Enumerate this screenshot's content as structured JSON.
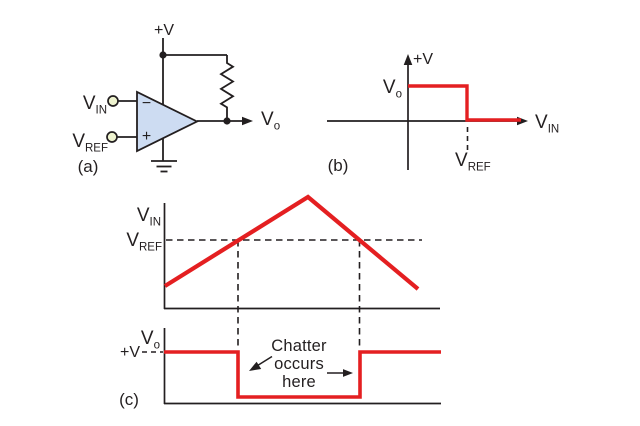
{
  "colors": {
    "trace_red": "#e41f21",
    "opamp_fill": "#cddcf2",
    "terminal_fill": "#eef3cf",
    "ink": "#231f20",
    "background": "#ffffff"
  },
  "panel_a": {
    "caption": "(a)",
    "supply_label": "+V",
    "vin": {
      "main": "V",
      "sub": "IN"
    },
    "vref": {
      "main": "V",
      "sub": "REF"
    },
    "vout": {
      "main": "V",
      "sub": "o"
    },
    "inverting_input": "−",
    "noninverting_input": "+"
  },
  "panel_b": {
    "caption": "(b)",
    "yaxis_top_label": "+V",
    "vo": {
      "main": "V",
      "sub": "o"
    },
    "xaxis_label": {
      "main": "V",
      "sub": "IN"
    },
    "vref": {
      "main": "V",
      "sub": "REF"
    }
  },
  "panel_c": {
    "caption": "(c)",
    "top": {
      "ylabel": {
        "main": "V",
        "sub": "IN"
      },
      "threshold_label": {
        "main": "V",
        "sub": "REF"
      }
    },
    "bottom": {
      "ylabel": {
        "main": "V",
        "sub": "o"
      },
      "high_level_label": "+V",
      "annotation_line1": "Chatter",
      "annotation_line2": "occurs",
      "annotation_line3": "here"
    }
  },
  "chart_data": [
    {
      "type": "line",
      "panel": "b",
      "title": "Comparator transfer characteristic",
      "xlabel": "VIN",
      "ylabel": "Vo (axis marked +V)",
      "threshold_label": "VREF",
      "x_norm": [
        0,
        0.5,
        0.5,
        0.95
      ],
      "y_norm": [
        1,
        1,
        0,
        0
      ],
      "threshold_x_norm": 0.5,
      "legend": "off",
      "grid": "off"
    },
    {
      "type": "line",
      "panel": "c-top",
      "title": "VIN triangle wave vs time",
      "ylabel": "VIN",
      "threshold_label": "VREF",
      "x_norm": [
        0,
        0.52,
        0.92
      ],
      "y_norm": [
        0.2,
        1,
        0.17
      ],
      "threshold_y_norm": 0.61,
      "crossings_x_norm": [
        0.27,
        0.71
      ],
      "grid": "off"
    },
    {
      "type": "line",
      "panel": "c-bottom",
      "title": "Vo output square wave vs time",
      "ylabel": "Vo",
      "high_label": "+V",
      "x_norm": [
        0,
        0.27,
        0.27,
        0.71,
        0.71,
        1
      ],
      "y_norm": [
        1,
        1,
        0,
        0,
        1,
        1
      ],
      "grid": "off"
    }
  ]
}
